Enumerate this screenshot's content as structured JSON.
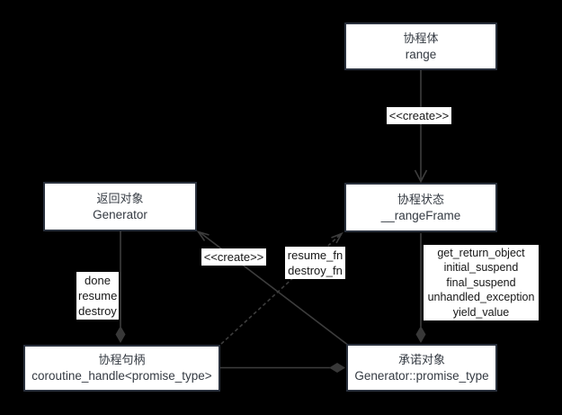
{
  "diagram": {
    "background_color": "#000000",
    "colors": {
      "box_fill": "#ffffff",
      "box_border": "#2a313d",
      "line": "#3d3d3d",
      "diamond_fill": "#383838",
      "box_text": "#343a42",
      "label_bg": "#ffffff",
      "label_text": "#161616"
    },
    "nodes": [
      {
        "id": "coroutine-body",
        "title": "协程体",
        "subtitle": "range"
      },
      {
        "id": "coroutine-state",
        "title": "协程状态",
        "subtitle": "__rangeFrame"
      },
      {
        "id": "return-object",
        "title": "返回对象",
        "subtitle": "Generator"
      },
      {
        "id": "coroutine-handle",
        "title": "协程句柄",
        "subtitle": "coroutine_handle<promise_type>"
      },
      {
        "id": "promise-object",
        "title": "承诺对象",
        "subtitle": "Generator::promise_type"
      }
    ],
    "edge_labels": {
      "create_top": "<<create>>",
      "create_diagonal": "<<create>>",
      "handle_ops": [
        "done",
        "resume",
        "destroy"
      ],
      "frame_fns": [
        "resume_fn",
        "destroy_fn"
      ],
      "promise_methods": [
        "get_return_object",
        "initial_suspend",
        "final_suspend",
        "unhandled_exception",
        "yield_value"
      ]
    }
  }
}
